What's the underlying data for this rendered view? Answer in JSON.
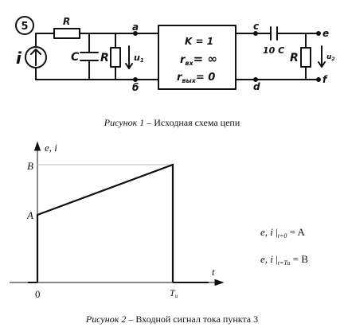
{
  "figure1": {
    "badge": "5",
    "source_label": "i",
    "resistor_r": "R",
    "capacitor_c": "C",
    "resistor_r2": "R",
    "voltage_u1": "u",
    "voltage_u1_sub": "1",
    "node_a": "a",
    "node_b": "б",
    "node_c": "c",
    "node_d": "d",
    "node_e": "e",
    "node_f": "f",
    "capacitor_10c": "10 C",
    "resistor_r3": "R",
    "voltage_u2": "u",
    "voltage_u2_sub": "2",
    "amp_k": "K = 1",
    "amp_rin": "r",
    "amp_rin_sub": "вх",
    "amp_rin_val": "= ∞",
    "amp_rout": "r",
    "amp_rout_sub": "вых",
    "amp_rout_val": "= 0",
    "caption_prefix": "Рисунок 1",
    "caption_text": " – Исходная схема цепи"
  },
  "figure2": {
    "y_axis_label": "e, i",
    "x_axis_label": "t",
    "origin_label": "0",
    "tick_a": "A",
    "tick_b": "B",
    "tick_tu": "T",
    "tick_tu_sub": "u",
    "formula1_lhs": "e, i",
    "formula1_sub": "t=0",
    "formula1_rhs": "= A",
    "formula2_lhs": "e, i",
    "formula2_sub": "t=Tu",
    "formula2_rhs": "= B",
    "caption_prefix": "Рисунок 2",
    "caption_text": " – Входной сигнал тока пункта 3"
  },
  "chart_data": {
    "type": "line",
    "title": "",
    "xlabel": "t",
    "ylabel": "e, i",
    "x_ticks": [
      "0",
      "Tu"
    ],
    "y_ticks": [
      "A",
      "B"
    ],
    "series": [
      {
        "x": [
          "0",
          "0",
          "Tu",
          "Tu"
        ],
        "y": [
          "0",
          "A",
          "B",
          "0"
        ]
      }
    ],
    "grid": false
  }
}
